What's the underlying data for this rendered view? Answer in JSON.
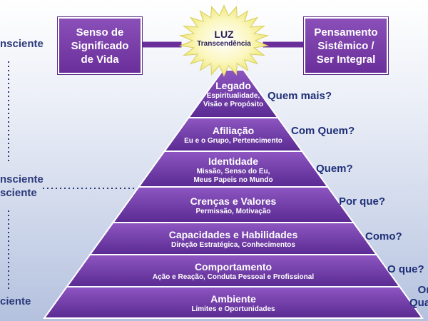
{
  "left_box": {
    "label": "Senso de\nSignificado\nde Vida"
  },
  "right_box": {
    "label": "Pensamento\nSistêmico /\nSer Integral"
  },
  "top": {
    "title": "LUZ",
    "subtitle": "Transcendência"
  },
  "side_labels": [
    "nsciente",
    "nsciente",
    "sciente",
    "ciente"
  ],
  "tiers": [
    {
      "title": "Legado",
      "subtitle": "Espiritualidade,\nVisão e Propósito",
      "question": "Quem mais?"
    },
    {
      "title": "Afiliação",
      "subtitle": "Eu e o Grupo, Pertencimento",
      "question": "Com Quem?"
    },
    {
      "title": "Identidade",
      "subtitle": "Missão, Senso do Eu,\nMeus Papeis no Mundo",
      "question": "Quem?"
    },
    {
      "title": "Crenças e Valores",
      "subtitle": "Permissão, Motivação",
      "question": "Por que?"
    },
    {
      "title": "Capacidades e Habilidades",
      "subtitle": "Direção Estratégica, Conhecimentos",
      "question": "Como?"
    },
    {
      "title": "Comportamento",
      "subtitle": "Ação e Reação, Conduta Pessoal e Profissional",
      "question": "O que?"
    },
    {
      "title": "Ambiente",
      "subtitle": "Limites e Oportunidades",
      "question": "Or\nQua"
    }
  ],
  "colors": {
    "pyramid_top": "#8e56c2",
    "pyramid_bottom": "#5a2a92",
    "burst": "#f6f29c",
    "connector": "#6a2f9a"
  }
}
